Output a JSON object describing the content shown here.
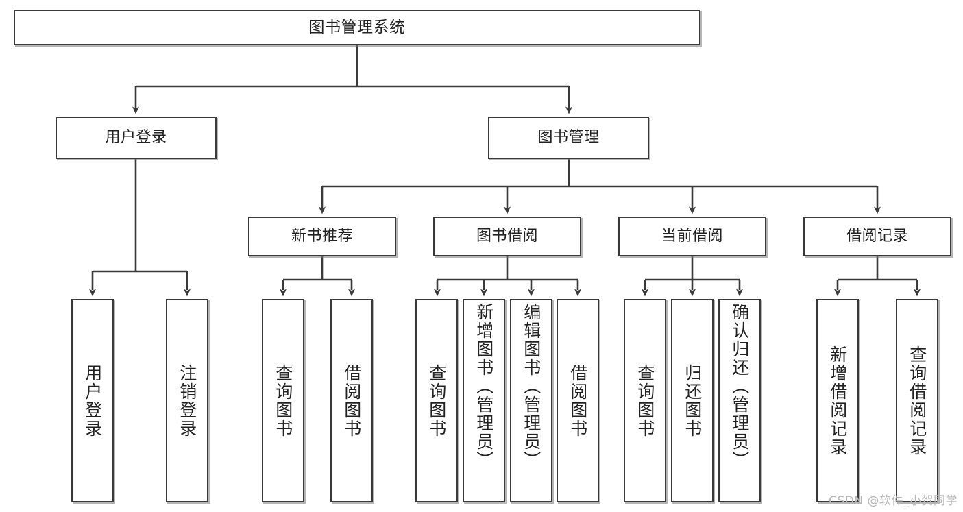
{
  "diagram": {
    "title": "图书管理系统",
    "type": "functional-hierarchy-tree",
    "watermark": "CSDN @软件_小贺同学",
    "colors": {
      "box_border": "#3a3a3a",
      "box_fill": "#ffffff",
      "edge": "#3a3a3a",
      "text": "#222222",
      "watermark": "#b8b8b8",
      "background": "#ffffff"
    },
    "nodes": {
      "root": {
        "label": "图书管理系统"
      },
      "level2": [
        {
          "id": "user-login",
          "label": "用户登录"
        },
        {
          "id": "book-management",
          "label": "图书管理"
        }
      ],
      "level3": [
        {
          "id": "new-book-recommend",
          "label": "新书推荐"
        },
        {
          "id": "book-borrow",
          "label": "图书借阅"
        },
        {
          "id": "current-borrow",
          "label": "当前借阅"
        },
        {
          "id": "borrow-record",
          "label": "借阅记录"
        }
      ],
      "leaves": {
        "user_login": [
          {
            "id": "leaf-user-login",
            "label": "用户登录"
          },
          {
            "id": "leaf-logout-login",
            "label": "注销登录"
          }
        ],
        "new_book_recommend": [
          {
            "id": "leaf-query-book-1",
            "label": "查询图书"
          },
          {
            "id": "leaf-borrow-book-1",
            "label": "借阅图书"
          }
        ],
        "book_borrow": [
          {
            "id": "leaf-query-book-2",
            "label": "查询图书"
          },
          {
            "id": "leaf-add-book",
            "label": "新增图书（管理员）"
          },
          {
            "id": "leaf-edit-book",
            "label": "编辑图书（管理员）"
          },
          {
            "id": "leaf-borrow-book-2",
            "label": "借阅图书"
          }
        ],
        "current_borrow": [
          {
            "id": "leaf-query-book-3",
            "label": "查询图书"
          },
          {
            "id": "leaf-return-book",
            "label": "归还图书"
          },
          {
            "id": "leaf-confirm-return",
            "label": "确认归还（管理员）"
          }
        ],
        "borrow_record": [
          {
            "id": "leaf-add-record",
            "label": "新增借阅记录"
          },
          {
            "id": "leaf-query-record",
            "label": "查询借阅记录"
          }
        ]
      }
    }
  }
}
